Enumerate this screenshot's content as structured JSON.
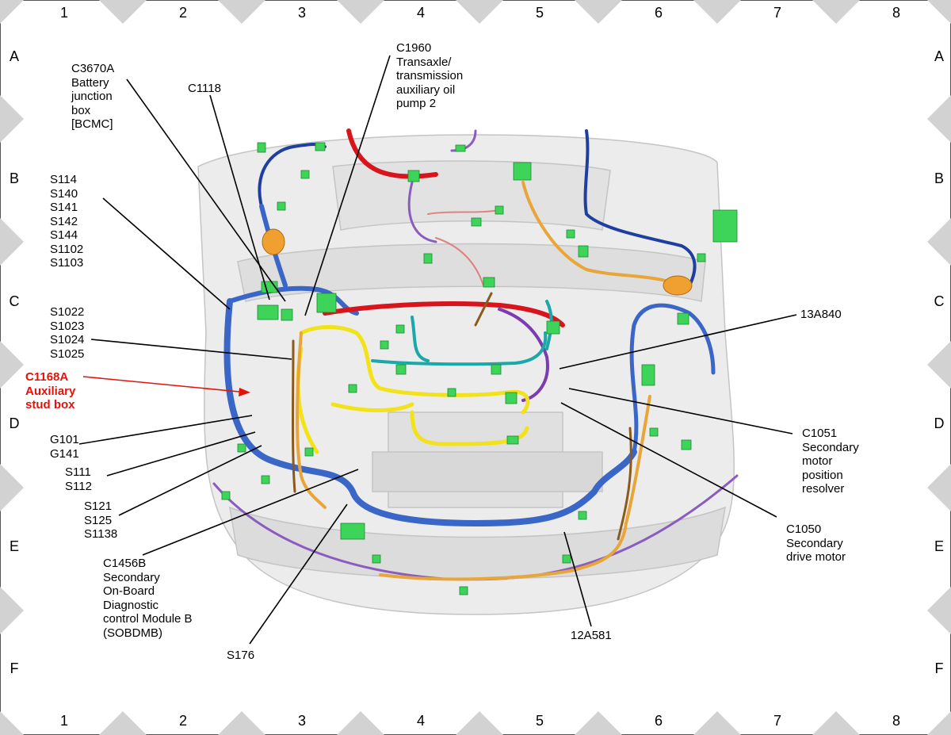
{
  "grid": {
    "columns": [
      "1",
      "2",
      "3",
      "4",
      "5",
      "6",
      "7",
      "8"
    ],
    "rows": [
      "A",
      "B",
      "C",
      "D",
      "E",
      "F"
    ]
  },
  "callouts": {
    "c3670a": "C3670A\nBattery\njunction\nbox\n[BCMC]",
    "c1118": "C1118",
    "c1960": "C1960\nTransaxle/\ntransmission\nauxiliary oil\npump 2",
    "s114_group": "S114\nS140\nS141\nS142\nS144\nS1102\nS1103",
    "s1022_group": "S1022\nS1023\nS1024\nS1025",
    "c1168a": "C1168A\nAuxiliary\nstud box",
    "g101_group": "G101\nG141",
    "s111_group": "S111\nS112",
    "s121_group": "S121\nS125\nS1138",
    "c1456b": "C1456B\nSecondary\nOn-Board\nDiagnostic\ncontrol Module B\n(SOBDMB)",
    "s176": "S176",
    "a13a840": "13A840",
    "c1051": "C1051\nSecondary\nmotor\nposition\nresolver",
    "c1050": "C1050\nSecondary\ndrive motor",
    "a12a581": "12A581"
  },
  "colors": {
    "highlight": "#e3120b",
    "harness_blue": "#3a66c8",
    "harness_dark_blue": "#1f3fa0",
    "harness_yellow": "#f2e21a",
    "harness_orange": "#e8a63a",
    "harness_brown": "#8a5a1c",
    "harness_red": "#d8141c",
    "harness_purple": "#8a5cc0",
    "harness_teal": "#1aa8a8",
    "connector_green": "#3ed45a",
    "body_gray": "#e4e4e4",
    "grid_marker": "#d2d2d2"
  }
}
